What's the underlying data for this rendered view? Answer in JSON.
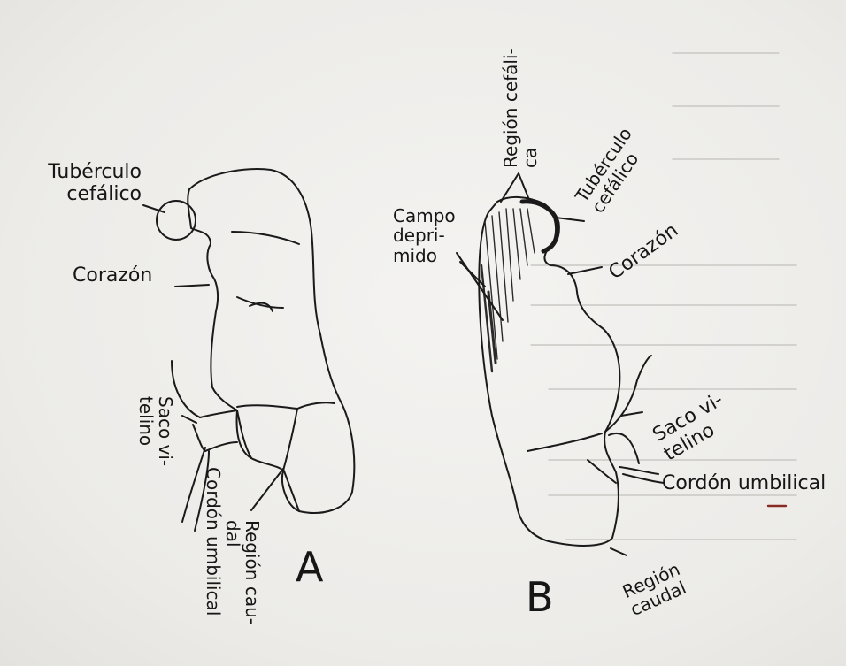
{
  "figure_a": {
    "letter": "A",
    "labels": {
      "tuberculo": "Tubérculo\ncefálico",
      "corazon": "Corazón",
      "saco": "Saco vi-\ntelino",
      "cordon": "Cordón umbilical",
      "region_caudal": "Región cau-\ndal"
    }
  },
  "figure_b": {
    "letter": "B",
    "labels": {
      "region_cefalica": "Región cefáli-\nca",
      "tuberculo": "Tubérculo\ncefálico",
      "campo": "Campo\ndepri-\nmido",
      "corazon": "Corazón",
      "saco": "Saco vi-\ntelino",
      "cordon": "Cordón umbilical",
      "region_caudal": "Región\ncaudal"
    }
  },
  "colors": {
    "paper": "#eeedeb",
    "ink": "#161616"
  }
}
